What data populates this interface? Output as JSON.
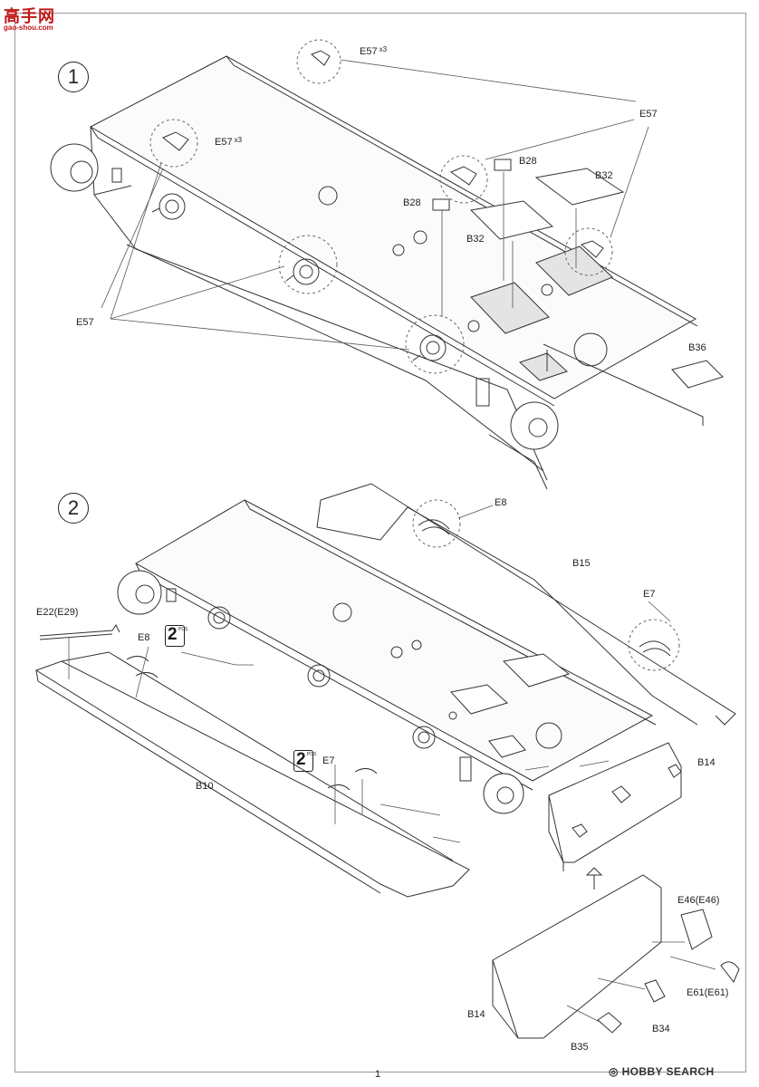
{
  "watermark": {
    "cjk": "高手网",
    "url": "gao-shou.com"
  },
  "steps": [
    {
      "number": "1"
    },
    {
      "number": "2"
    }
  ],
  "step1_labels": {
    "e57_top": "E57",
    "e57_top_qty": "x3",
    "e57_left": "E57",
    "e57_left_qty": "x3",
    "e57_right": "E57",
    "e57_bottom": "E57",
    "b28_a": "B28",
    "b28_b": "B28",
    "b32_a": "B32",
    "b32_b": "B32",
    "b36": "B36"
  },
  "step2_labels": {
    "e8_top": "E8",
    "b15": "B15",
    "e7_right": "E7",
    "e22": "E22(E29)",
    "e8_left": "E8",
    "pcs_a_count": "2",
    "pcs_a_unit": "PCS",
    "pcs_b_count": "2",
    "pcs_b_unit": "PCS",
    "e7_mid": "E7",
    "b10": "B10",
    "b14_top": "B14",
    "e46": "E46(E46)",
    "e61": "E61(E61)",
    "b14_bottom": "B14",
    "b34": "B34",
    "b35": "B35"
  },
  "footer": {
    "page_number": "1",
    "brand": "HOBBY SEARCH",
    "brand_mark": "◎"
  }
}
